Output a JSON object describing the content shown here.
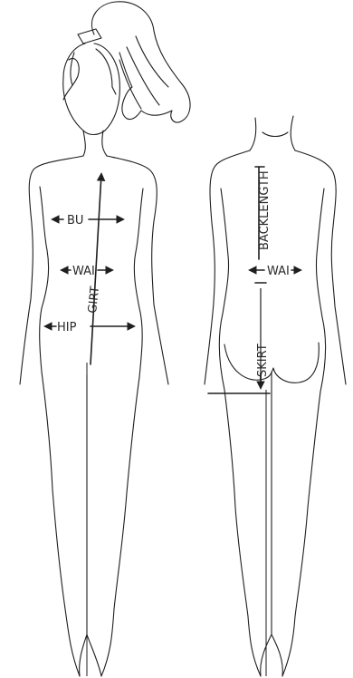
{
  "labels": {
    "bust": "BU",
    "waist_front": "WAI",
    "girth": "GIRT",
    "hip": "HIP",
    "back_length": "BACKLENGTH",
    "waist_back": "WAI",
    "skirt": "SKIRT"
  }
}
